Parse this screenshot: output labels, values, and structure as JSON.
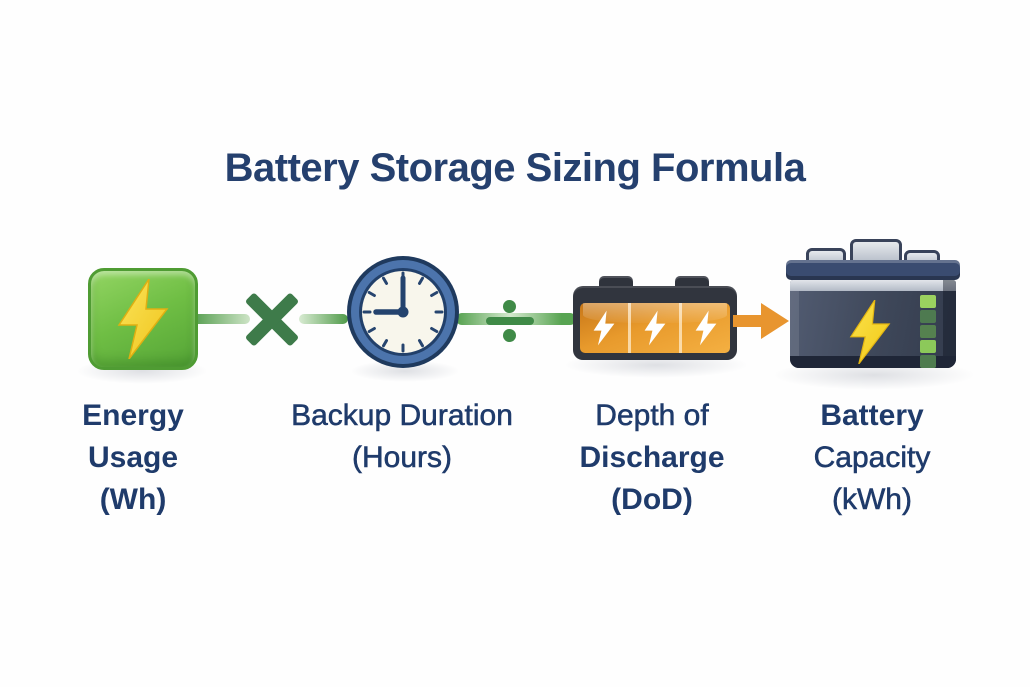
{
  "title": "Battery Storage Sizing Formula",
  "steps": [
    {
      "name": "energy-usage",
      "icon": "green-energy-bolt-icon",
      "lines": [
        "Energy",
        "Usage",
        "(Wh)"
      ]
    },
    {
      "name": "backup-duration",
      "icon": "clock-icon",
      "time_shown": "9:00",
      "lines": [
        "Backup Duration",
        "(Hours)"
      ]
    },
    {
      "name": "depth-of-discharge",
      "icon": "orange-battery-icon",
      "lines": [
        "Depth of",
        "Discharge",
        "(DoD)"
      ]
    },
    {
      "name": "battery-capacity",
      "icon": "large-battery-icon",
      "lines": [
        "Battery",
        "Capacity",
        "(kWh)"
      ]
    }
  ],
  "operators": [
    {
      "symbol": "×",
      "name": "multiply"
    },
    {
      "symbol": "÷",
      "name": "divide"
    },
    {
      "symbol": "→",
      "name": "arrow-right"
    }
  ],
  "colors": {
    "background": "#FFFFFF",
    "title_text": "#25406E",
    "label_text": "#1F3B6B",
    "green_accent": "#3F8A47",
    "green_icon": "#6FBE44",
    "clock_navy": "#27456F",
    "orange_accent": "#E8952F",
    "battery_navy": "#3A4C70",
    "bolt_yellow": "#F6D73A"
  }
}
